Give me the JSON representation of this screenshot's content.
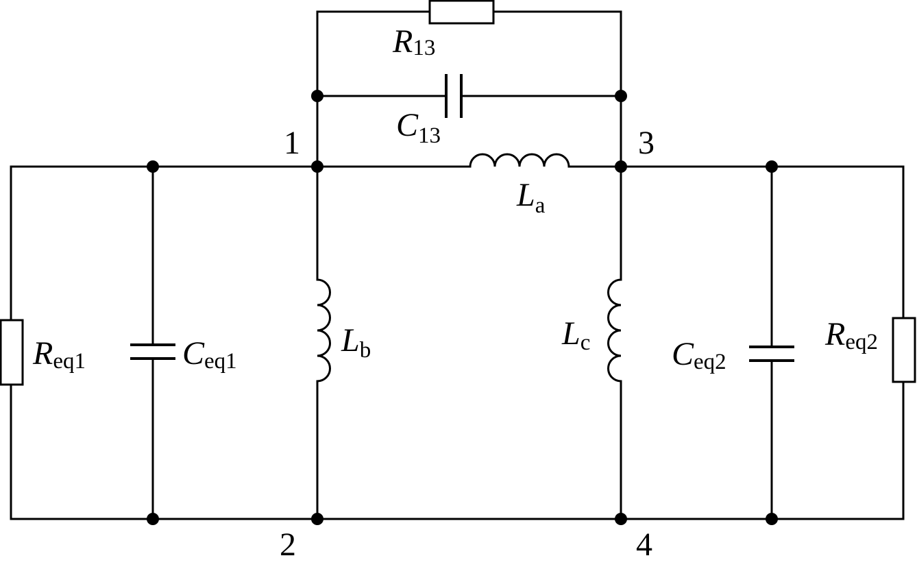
{
  "components": {
    "R13": {
      "main": "R",
      "sub": "13"
    },
    "C13": {
      "main": "C",
      "sub": "13"
    },
    "La": {
      "main": "L",
      "sub": "a"
    },
    "Lb": {
      "main": "L",
      "sub": "b"
    },
    "Lc": {
      "main": "L",
      "sub": "c"
    },
    "Req1": {
      "main": "R",
      "sub": "eq1"
    },
    "Ceq1": {
      "main": "C",
      "sub": "eq1"
    },
    "Ceq2": {
      "main": "C",
      "sub": "eq2"
    },
    "Req2": {
      "main": "R",
      "sub": "eq2"
    }
  },
  "nodes": {
    "n1": "1",
    "n2": "2",
    "n3": "3",
    "n4": "4"
  }
}
